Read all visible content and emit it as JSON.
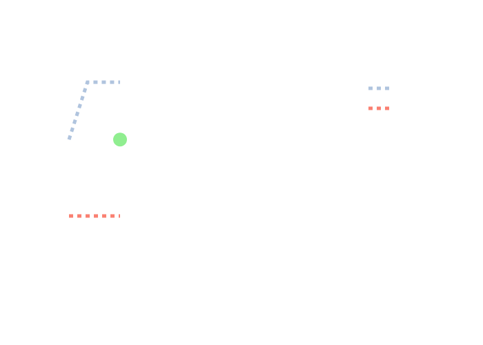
{
  "chart_data": {
    "type": "line",
    "title": "",
    "xlabel": "",
    "ylabel": "",
    "xlim": [
      0,
      1
    ],
    "ylim": [
      0,
      1
    ],
    "grid": false,
    "legend_placement": "top-right",
    "series": [
      {
        "color": "#b0c4de",
        "dash": "dot",
        "x": [
          0,
          0.18,
          0.5
        ],
        "y": [
          0.52,
          0.91,
          0.91
        ]
      },
      {
        "color": "#fa8072",
        "dash": "dot",
        "x": [
          0,
          0.5
        ],
        "y": [
          0,
          0
        ]
      }
    ],
    "markers": [
      {
        "color": "#90ee90",
        "x": 0.5,
        "y": 0.52
      }
    ],
    "legend": [
      {
        "color": "#b0c4de",
        "dash": "dot"
      },
      {
        "color": "#fa8072",
        "dash": "dot"
      }
    ]
  }
}
